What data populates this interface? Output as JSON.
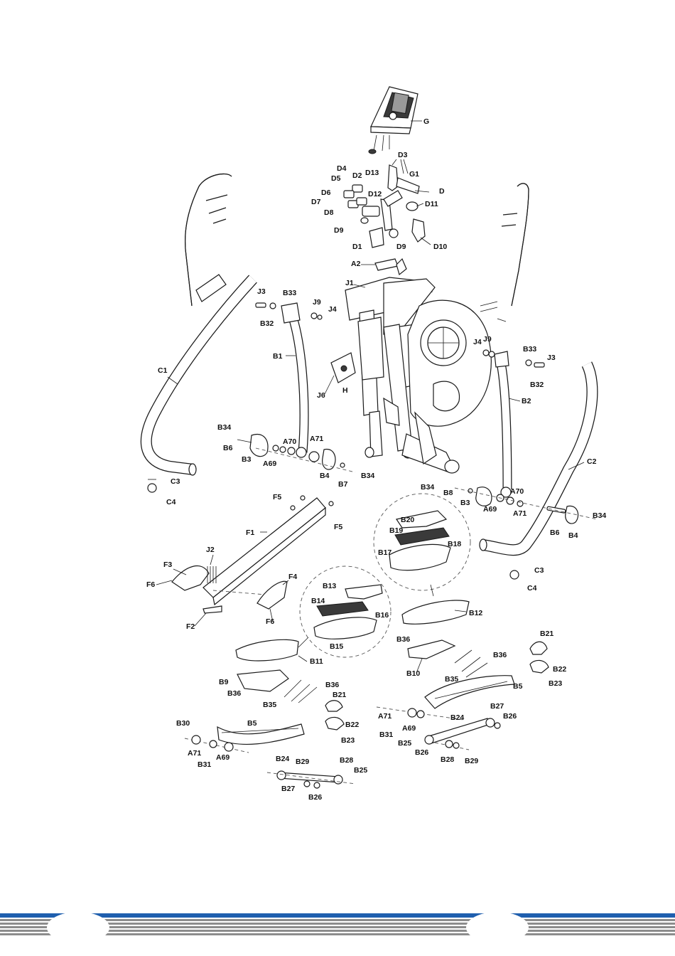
{
  "footer": {
    "colors": {
      "blue": "#1f5fae",
      "grey": "#8c8c8c",
      "white": "#ffffff"
    }
  },
  "labels": {
    "G": "G",
    "D3": "D3",
    "G1": "G1",
    "D4": "D4",
    "D2": "D2",
    "D13": "D13",
    "D5": "D5",
    "D6": "D6",
    "D12": "D12",
    "D": "D",
    "D7": "D7",
    "D11": "D11",
    "D8": "D8",
    "D9a": "D9",
    "D1": "D1",
    "D9b": "D9",
    "D10": "D10",
    "A2": "A2",
    "J1": "J1",
    "J3a": "J3",
    "B33a": "B33",
    "J9a": "J9",
    "J4a": "J4",
    "B32a": "B32",
    "C1": "C1",
    "B1": "B1",
    "J4b": "J4",
    "J9b": "J9",
    "B33b": "B33",
    "J3b": "J3",
    "B32b": "B32",
    "J6": "J6",
    "H": "H",
    "B2": "B2",
    "B34a": "B34",
    "B6a": "B6",
    "A70a": "A70",
    "A71a": "A71",
    "B3a": "B3",
    "A69a": "A69",
    "B4a": "B4",
    "B7": "B7",
    "B34b": "B34",
    "C3a": "C3",
    "C4a": "C4",
    "C2": "C2",
    "B34c": "B34",
    "B8": "B8",
    "A70b": "A70",
    "B3b": "B3",
    "A69b": "A69",
    "A71b": "A71",
    "B34d": "B34",
    "B6b": "B6",
    "B4b": "B4",
    "F5a": "F5",
    "F5b": "F5",
    "B20": "B20",
    "B19": "B19",
    "B18": "B18",
    "B17": "B17",
    "F1": "F1",
    "J2": "J2",
    "F3": "F3",
    "F6a": "F6",
    "F4": "F4",
    "C3b": "C3",
    "C4b": "C4",
    "B13": "B13",
    "B14": "B14",
    "B16": "B16",
    "B12": "B12",
    "F2": "F2",
    "F6b": "F6",
    "B15": "B15",
    "B21a": "B21",
    "B36a": "B36",
    "B11": "B11",
    "B36b": "B36",
    "B10": "B10",
    "B22a": "B22",
    "B35a": "B35",
    "B23a": "B23",
    "B9": "B9",
    "B36c": "B36",
    "B36d": "B36",
    "B5a": "B5",
    "B35b": "B35",
    "B21b": "B21",
    "A71c": "A71",
    "B27a": "B27",
    "B24a": "B24",
    "B26a": "B26",
    "A69c": "A69",
    "B31a": "B31",
    "B5b": "B5",
    "B22b": "B22",
    "B30": "B30",
    "B25a": "B25",
    "B26b": "B26",
    "B23b": "B23",
    "B28a": "B28",
    "B29a": "B29",
    "A71d": "A71",
    "B31b": "B31",
    "A69d": "A69",
    "B24b": "B24",
    "B29b": "B29",
    "B28b": "B28",
    "B25b": "B25",
    "B27b": "B27",
    "B26c": "B26"
  }
}
